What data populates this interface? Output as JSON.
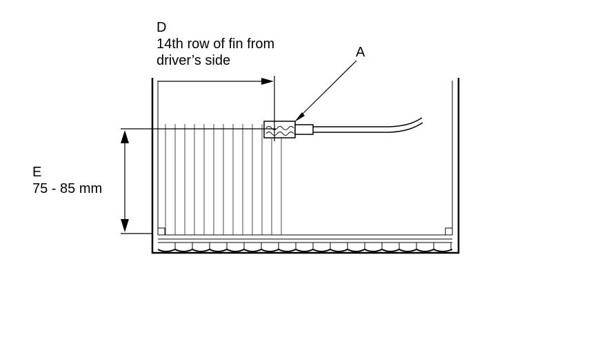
{
  "labels": {
    "d": {
      "letter": "D",
      "description": "14th row of fin from\ndriver’s side"
    },
    "a": {
      "letter": "A"
    },
    "e": {
      "letter": "E",
      "value": "75 - 85 mm"
    }
  },
  "fin_count": 13,
  "colors": {
    "line": "#000000",
    "fin": "#444444",
    "background": "#ffffff"
  }
}
